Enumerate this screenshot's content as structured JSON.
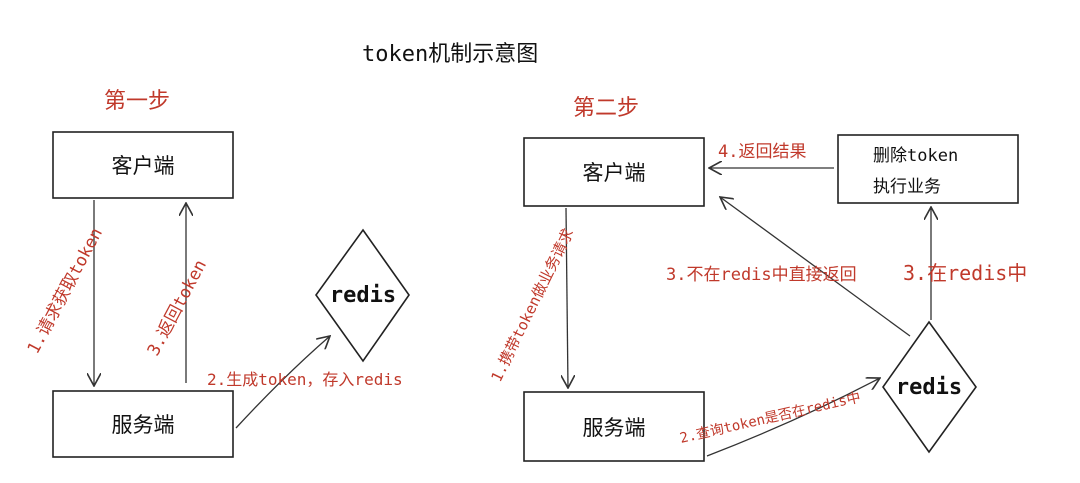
{
  "title": "token机制示意图",
  "step1": {
    "heading": "第一步",
    "client": "客户端",
    "server": "服务端",
    "redis": "redis",
    "edge_request": "1.请求获取token",
    "edge_return": "3.返回token",
    "edge_generate": "2.生成token，存入redis"
  },
  "step2": {
    "heading": "第二步",
    "client": "客户端",
    "server": "服务端",
    "redis": "redis",
    "action_line1": "删除token",
    "action_line2": "执行业务",
    "edge_carry": "1.携带token做业务请求",
    "edge_query": "2.查询token是否在redis中",
    "edge_not_in": "3.不在redis中直接返回",
    "edge_in": "3.在redis中",
    "edge_result": "4.返回结果"
  }
}
